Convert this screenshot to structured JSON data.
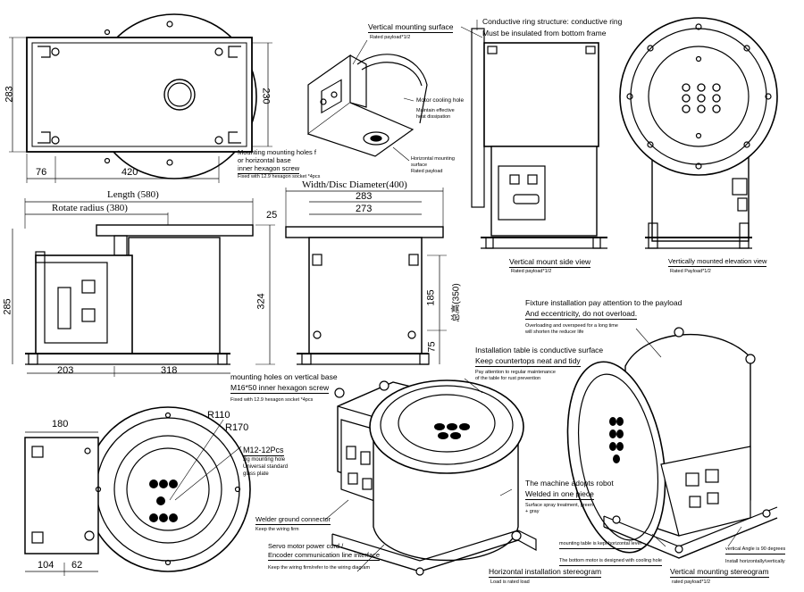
{
  "dims": {
    "top_h": "283",
    "top_h2": "230",
    "top_w": "420",
    "top_off": "76",
    "length": "Length (580)",
    "rotate": "Rotate radius (380)",
    "side_h": "285",
    "side_h2": "324",
    "side_25": "25",
    "side_203": "203",
    "side_318": "318",
    "disc": "Width/Disc Diameter(400)",
    "front_283": "283",
    "front_273": "273",
    "front_185": "185",
    "front_350": "总高(350)",
    "front_75": "75",
    "bot_180": "180",
    "bot_104": "104",
    "bot_62": "62",
    "r110": "R110",
    "r170": "R170"
  },
  "labels": {
    "vert_mount_surface": "Vertical mounting surface",
    "vert_mount_surface_sub": "Rated payload*1/2",
    "motor_cooling": "Motor cooling hole",
    "heat_diss1": "Maintain effective",
    "heat_diss2": "heat dissipation",
    "horiz_mount1": "Horizontal mounting",
    "horiz_mount2": "surface",
    "horiz_mount_sub": "Rated payload",
    "conductive1": "Conductive ring structure: conductive ring",
    "conductive2": "Must be insulated from bottom frame",
    "mount_holes1": "Mounting mounting holes f",
    "mount_holes2": "or horizontal base",
    "mount_holes3": "inner hexagon screw",
    "mount_holes_sub": "Fixed with 12.9 hexagon socket *4pcs",
    "vert_side_view": "Vertical mount side view",
    "vert_side_sub": "Rated payload*1/2",
    "vert_elev_view": "Vertically mounted elevation view",
    "vert_elev_sub": "Rated Payload*1/2",
    "fixture1": "Fixture installation pay attention to the payload",
    "fixture2": "And eccentricity, do not overload.",
    "overload1": "Overloading and overspeed for a long time",
    "overload2": "will shorten the reducer life",
    "vbase1": "mounting holes on vertical base",
    "vbase2": "M16*50 inner hexagon screw",
    "vbase_sub": "Fixed with 12.9 hexagon socket *4pcs",
    "conductive_surface1": "Installation table is conductive surface",
    "conductive_surface2": "Keep countertops neat and tidy",
    "maint1": "Pay attention to regular maintenance",
    "maint2": "of the table for rust prevention",
    "m12": "M12-12Pcs",
    "jig1": "Jig mounting hole",
    "jig2": "Universal standard",
    "jig3": "glass plate",
    "robot1": "The machine adopts robot",
    "robot2": "Welded in one piece",
    "spray1": "Surface spray treatment, green",
    "spray2": "+ gray",
    "weld_ground": "Welder ground connector",
    "weld_ground_sub": "Keep the wiring firm",
    "servo1": "Servo motor power cord /",
    "servo2": "Encoder communication line interface",
    "servo_sub": "Keep the wiring firm/refer to the wiring diagram",
    "horiz_stereo": "Horizontal installation stereogram",
    "horiz_stereo_sub": "Load is rated load",
    "table_level": "mounting table is kept horizontal level",
    "bottom_motor": "The bottom motor is designed with cooling hole",
    "vert_angle": "vertical Angle is 90 degrees",
    "install_hv": "Install horizontally/vertically",
    "vert_stereo": "Vertical mounting stereogram",
    "vert_stereo_sub": "rated payload*1/2"
  }
}
